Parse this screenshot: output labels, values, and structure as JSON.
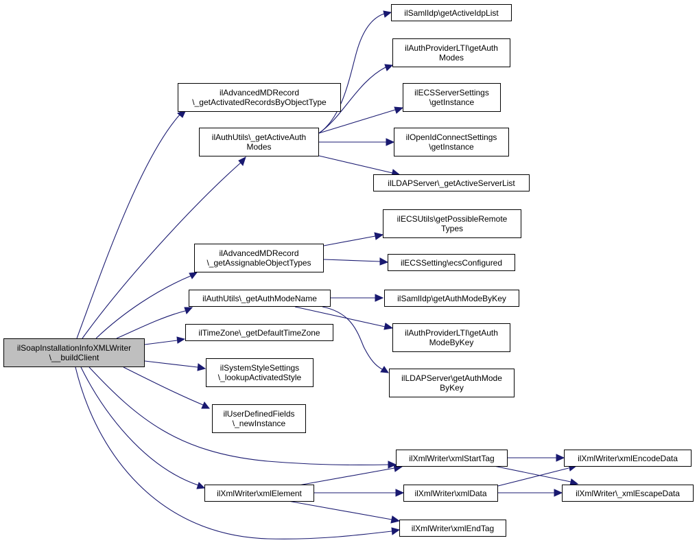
{
  "colors": {
    "edge": "#191970",
    "node_border": "#000000",
    "root_fill": "#bfbfbf",
    "node_fill": "#ffffff"
  },
  "nodes": {
    "root": {
      "line1": "ilSoapInstallationInfoXMLWriter",
      "line2": "\\__buildClient"
    },
    "amd_getact": {
      "line1": "ilAdvancedMDRecord",
      "line2": "\\_getActivatedRecordsByObjectType"
    },
    "au_getact": {
      "line1": "ilAuthUtils\\_getActiveAuth",
      "line2": "Modes"
    },
    "saml_list": {
      "line1": "ilSamlIdp\\getActiveIdpList"
    },
    "lti_modes": {
      "line1": "ilAuthProviderLTI\\getAuth",
      "line2": "Modes"
    },
    "ecs_inst": {
      "line1": "ilECSServerSettings",
      "line2": "\\getInstance"
    },
    "oidc_inst": {
      "line1": "ilOpenIdConnectSettings",
      "line2": "\\getInstance"
    },
    "ldap_list": {
      "line1": "ilLDAPServer\\_getActiveServerList"
    },
    "ecsu_types": {
      "line1": "ilECSUtils\\getPossibleRemote",
      "line2": "Types"
    },
    "amd_assign": {
      "line1": "ilAdvancedMDRecord",
      "line2": "\\_getAssignableObjectTypes"
    },
    "ecs_conf": {
      "line1": "ilECSSetting\\ecsConfigured"
    },
    "au_modename": {
      "line1": "ilAuthUtils\\_getAuthModeName"
    },
    "saml_bykey": {
      "line1": "ilSamlIdp\\getAuthModeByKey"
    },
    "lti_bykey": {
      "line1": "ilAuthProviderLTI\\getAuth",
      "line2": "ModeByKey"
    },
    "ldap_bykey": {
      "line1": "ilLDAPServer\\getAuthMode",
      "line2": "ByKey"
    },
    "tz_default": {
      "line1": "ilTimeZone\\_getDefaultTimeZone"
    },
    "sss_lookup": {
      "line1": "ilSystemStyleSettings",
      "line2": "\\_lookupActivatedStyle"
    },
    "udf_new": {
      "line1": "ilUserDefinedFields",
      "line2": "\\_newInstance"
    },
    "xml_start": {
      "line1": "ilXmlWriter\\xmlStartTag"
    },
    "xml_encode": {
      "line1": "ilXmlWriter\\xmlEncodeData"
    },
    "xml_element": {
      "line1": "ilXmlWriter\\xmlElement"
    },
    "xml_data": {
      "line1": "ilXmlWriter\\xmlData"
    },
    "xml_escape": {
      "line1": "ilXmlWriter\\_xmlEscapeData"
    },
    "xml_end": {
      "line1": "ilXmlWriter\\xmlEndTag"
    }
  },
  "edges": [
    [
      "root",
      "amd_getact"
    ],
    [
      "root",
      "au_getact"
    ],
    [
      "root",
      "amd_assign"
    ],
    [
      "root",
      "au_modename"
    ],
    [
      "root",
      "tz_default"
    ],
    [
      "root",
      "sss_lookup"
    ],
    [
      "root",
      "udf_new"
    ],
    [
      "root",
      "xml_start"
    ],
    [
      "root",
      "xml_element"
    ],
    [
      "root",
      "xml_end"
    ],
    [
      "au_getact",
      "saml_list"
    ],
    [
      "au_getact",
      "lti_modes"
    ],
    [
      "au_getact",
      "ecs_inst"
    ],
    [
      "au_getact",
      "oidc_inst"
    ],
    [
      "au_getact",
      "ldap_list"
    ],
    [
      "amd_assign",
      "ecsu_types"
    ],
    [
      "amd_assign",
      "ecs_conf"
    ],
    [
      "au_modename",
      "saml_bykey"
    ],
    [
      "au_modename",
      "lti_bykey"
    ],
    [
      "au_modename",
      "ldap_bykey"
    ],
    [
      "xml_start",
      "xml_encode"
    ],
    [
      "xml_start",
      "xml_escape"
    ],
    [
      "xml_element",
      "xml_start"
    ],
    [
      "xml_element",
      "xml_data"
    ],
    [
      "xml_element",
      "xml_end"
    ],
    [
      "xml_data",
      "xml_encode"
    ],
    [
      "xml_data",
      "xml_escape"
    ]
  ]
}
